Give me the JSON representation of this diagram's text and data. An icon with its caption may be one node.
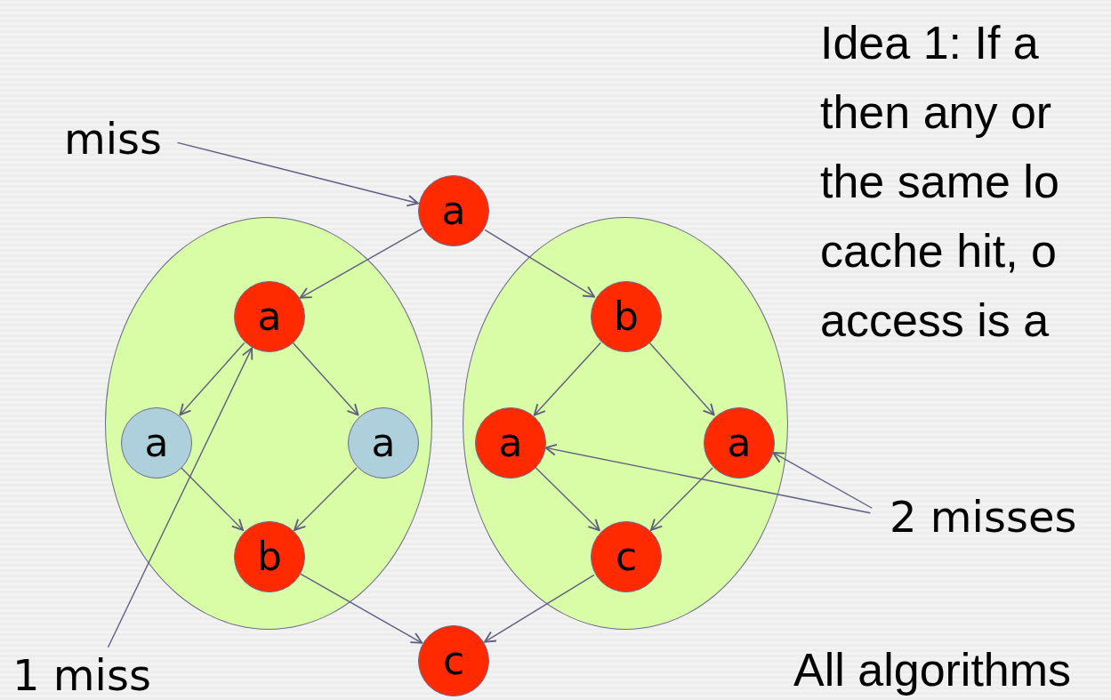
{
  "diagram": {
    "nodes": [
      {
        "text": [],
        "shape": "ellipse"
      },
      {
        "text": [],
        "shape": "ellipse"
      },
      {
        "text": [
          "a"
        ]
      },
      {
        "text": [
          "a"
        ],
        "in": 0
      },
      {
        "text": [
          "a"
        ],
        "in": 0
      },
      {
        "text": [
          "a"
        ],
        "in": 0
      },
      {
        "text": [
          "b"
        ],
        "in": 0
      },
      {
        "text": [
          "b"
        ],
        "in": 1
      },
      {
        "text": [
          "a"
        ],
        "in": 1
      },
      {
        "text": [
          "a"
        ],
        "in": 1
      },
      {
        "text": [
          "c"
        ],
        "in": 1
      },
      {
        "text": [
          "c"
        ]
      },
      {
        "text": [
          "miss"
        ]
      },
      {
        "text": [
          "1 miss"
        ]
      },
      {
        "text": [
          "2 misses"
        ]
      }
    ],
    "edges": [
      {
        "from": 12,
        "to": 2,
        "arrow": "to"
      },
      {
        "from": 2,
        "to": 3,
        "arrow": "to"
      },
      {
        "from": 2,
        "to": 7,
        "arrow": "to"
      },
      {
        "from": 3,
        "to": 4,
        "arrow": "to"
      },
      {
        "from": 3,
        "to": 5,
        "arrow": "to"
      },
      {
        "from": 4,
        "to": 6,
        "arrow": "to"
      },
      {
        "from": 5,
        "to": 6,
        "arrow": "to"
      },
      {
        "from": 7,
        "to": 8,
        "arrow": "to"
      },
      {
        "from": 7,
        "to": 9,
        "arrow": "to"
      },
      {
        "from": 8,
        "to": 10,
        "arrow": "to"
      },
      {
        "from": 9,
        "to": 10,
        "arrow": "to"
      },
      {
        "from": 6,
        "to": 11,
        "arrow": "to"
      },
      {
        "from": 10,
        "to": 11,
        "arrow": "to"
      },
      {
        "from": 13,
        "to": 3,
        "arrow": "to"
      },
      {
        "from": 14,
        "to": 8,
        "arrow": "to"
      },
      {
        "from": 14,
        "to": 9,
        "arrow": "to"
      }
    ],
    "labels": [
      "Idea 1: If a",
      "then any or",
      "the same lo",
      "cache hit, o",
      "access is a",
      "All algorithms"
    ]
  }
}
